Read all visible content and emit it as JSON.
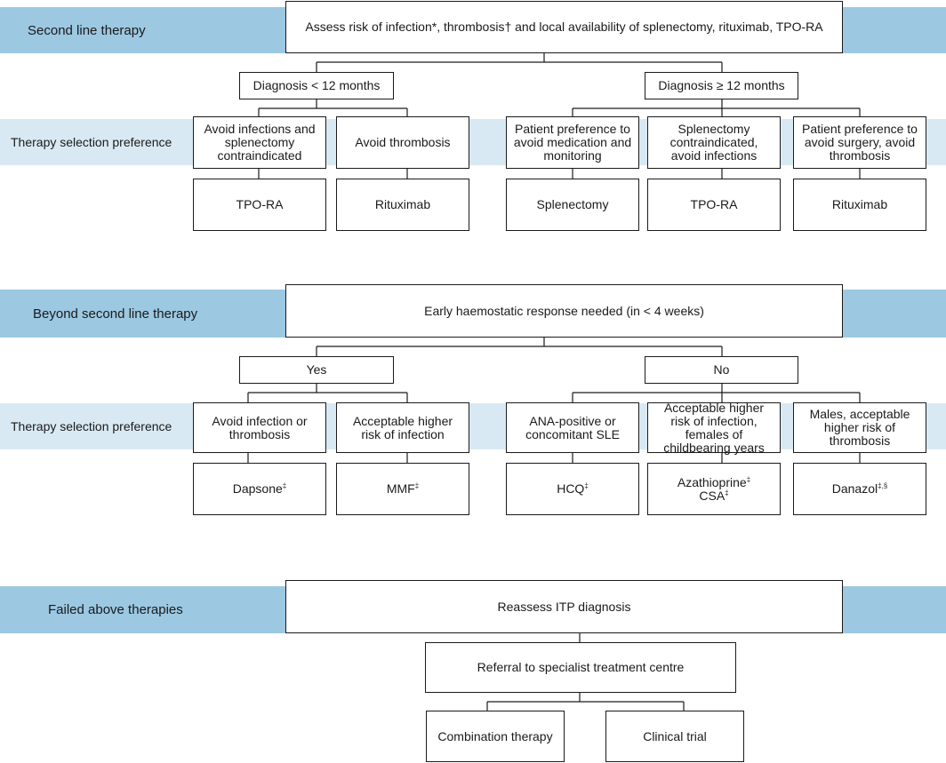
{
  "colors": {
    "band_dark": "#9cc8e2",
    "band_light": "#d9e9f3",
    "line": "#1a1a1a"
  },
  "section1": {
    "band_label": "Second line therapy",
    "top_box": "Assess risk of infection*, thrombosis† and local availability of splenectomy, rituximab, TPO-RA",
    "branch_left": "Diagnosis < 12 months",
    "branch_right": "Diagnosis ≥ 12 months",
    "pref_label": "Therapy selection preference",
    "prefs": [
      "Avoid infections and splenectomy contraindicated",
      "Avoid thrombosis",
      "Patient preference to avoid medication and monitoring",
      "Splenectomy contraindicated, avoid infections",
      "Patient preference to avoid surgery, avoid thrombosis"
    ],
    "outcomes": [
      "TPO-RA",
      "Rituximab",
      "Splenectomy",
      "TPO-RA",
      "Rituximab"
    ]
  },
  "section2": {
    "band_label": "Beyond second line therapy",
    "top_box": "Early haemostatic response needed (in < 4 weeks)",
    "branch_left": "Yes",
    "branch_right": "No",
    "pref_label": "Therapy selection preference",
    "prefs": [
      "Avoid infection or thrombosis",
      "Acceptable higher risk of infection",
      "ANA-positive or concomitant SLE",
      "Acceptable higher risk of infection, females of childbearing years",
      "Males, acceptable higher risk of thrombosis"
    ],
    "outcomes": {
      "dapsone": "Dapsone",
      "mmf": "MMF",
      "hcq": "HCQ",
      "azathioprine": "Azathioprine",
      "csa": "CSA",
      "danazol": "Danazol",
      "sup_double_dagger": "‡",
      "sup_danazol": "‡,§"
    }
  },
  "section3": {
    "band_label": "Failed above therapies",
    "top_box": "Reassess ITP diagnosis",
    "referral": "Referral to specialist treatment centre",
    "options": [
      "Combination therapy",
      "Clinical trial"
    ]
  }
}
